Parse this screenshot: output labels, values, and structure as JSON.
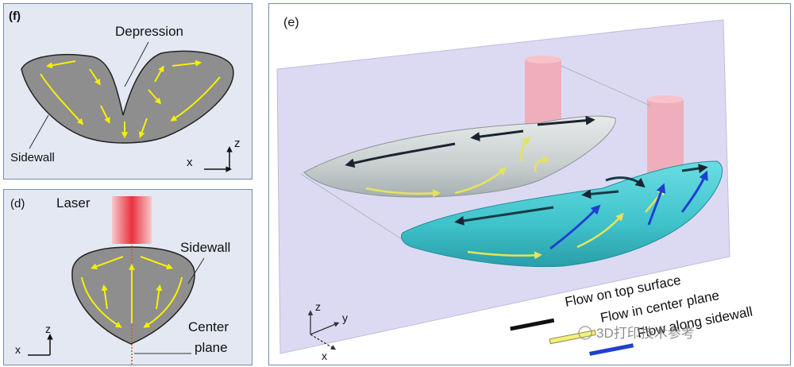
{
  "panel_f": {
    "tag": "(f)",
    "label_depression": "Depression",
    "label_sidewall": "Sidewall",
    "axis_x": "x",
    "axis_z": "z"
  },
  "panel_d": {
    "tag": "(d)",
    "label_laser": "Laser",
    "label_sidewall": "Sidewall",
    "label_center_line1": "Center",
    "label_center_line2": "plane",
    "axis_x": "x",
    "axis_z": "z"
  },
  "panel_e": {
    "tag": "(e)",
    "axis_x": "x",
    "axis_y": "y",
    "axis_z": "z",
    "legend": [
      {
        "label": "Flow on top surface",
        "color": "#111111"
      },
      {
        "label": "Flow in center plane",
        "color": "#f4f07a"
      },
      {
        "label": "Flow along sidewall",
        "color": "#1f3fd0"
      }
    ],
    "watermark": "3D打印技术参考"
  },
  "colors": {
    "panel_bg": "#e3e8f2",
    "panel_border": "#6f8fb2",
    "melt_gray": "#8e8e8e",
    "arrow_yellow": "#f5f000",
    "laser_red": "#e8323c",
    "pool_cyan": "#46c9d1",
    "plane_lavender": "#d9d6f2"
  }
}
